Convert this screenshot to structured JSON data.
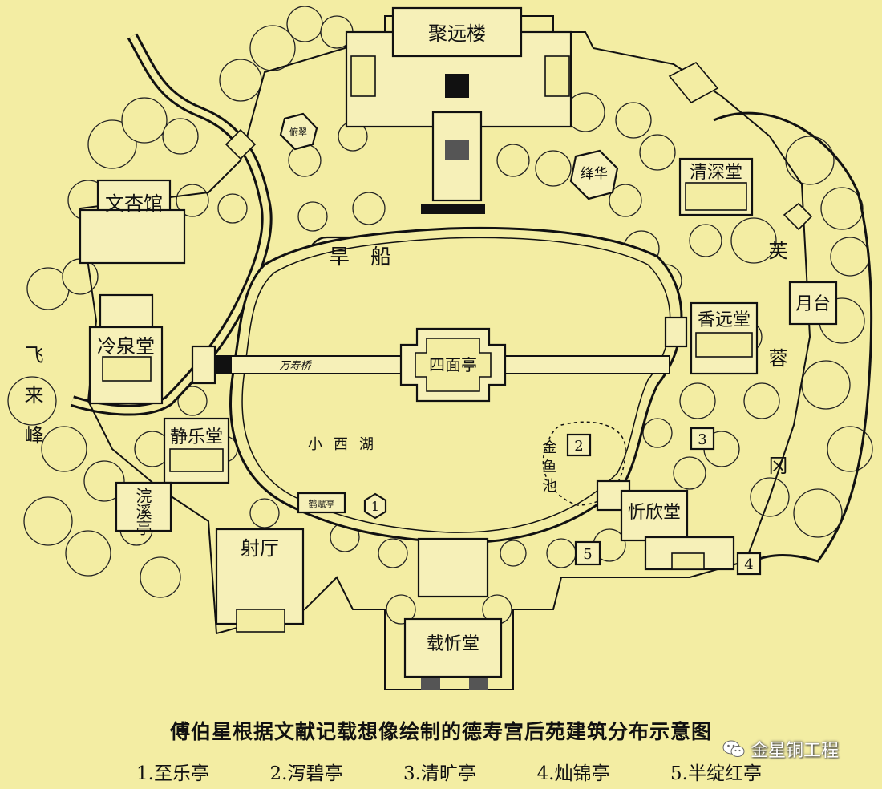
{
  "map": {
    "labels": {
      "juyuanlou": "聚远楼",
      "wenxingguan": "文杏馆",
      "qingshentang": "清深堂",
      "hanchuan": "旱船",
      "xiangyuantang": "香远堂",
      "yuetai": "月台",
      "lengquantang": "冷泉堂",
      "simianting": "四面亭",
      "wanshouqiao": "万寿桥",
      "jingletang": "静乐堂",
      "xiaoxihu": "小西湖",
      "jinyuchi": "金鱼池",
      "xinxintang": "忻欣堂",
      "shanting": "射厅",
      "zaixintang": "载忻堂",
      "huanxiting": "浣溪亭",
      "feilaifeng": "飞来峰",
      "furongang": "芙蓉冈",
      "jianghua": "绛华",
      "fucui": "俯翠",
      "lanyunting": "鹤赋亭"
    },
    "markers": [
      "1",
      "2",
      "3",
      "4",
      "5"
    ]
  },
  "caption": "傅伯星根据文献记载想像绘制的德寿宫后苑建筑分布示意图",
  "legend": [
    "1.至乐亭",
    "2.泻碧亭",
    "3.清旷亭",
    "4.灿锦亭",
    "5.半绽红亭"
  ],
  "watermark": "金星铜工程",
  "colors": {
    "paper": "#f3eda3",
    "ink": "#111111"
  }
}
